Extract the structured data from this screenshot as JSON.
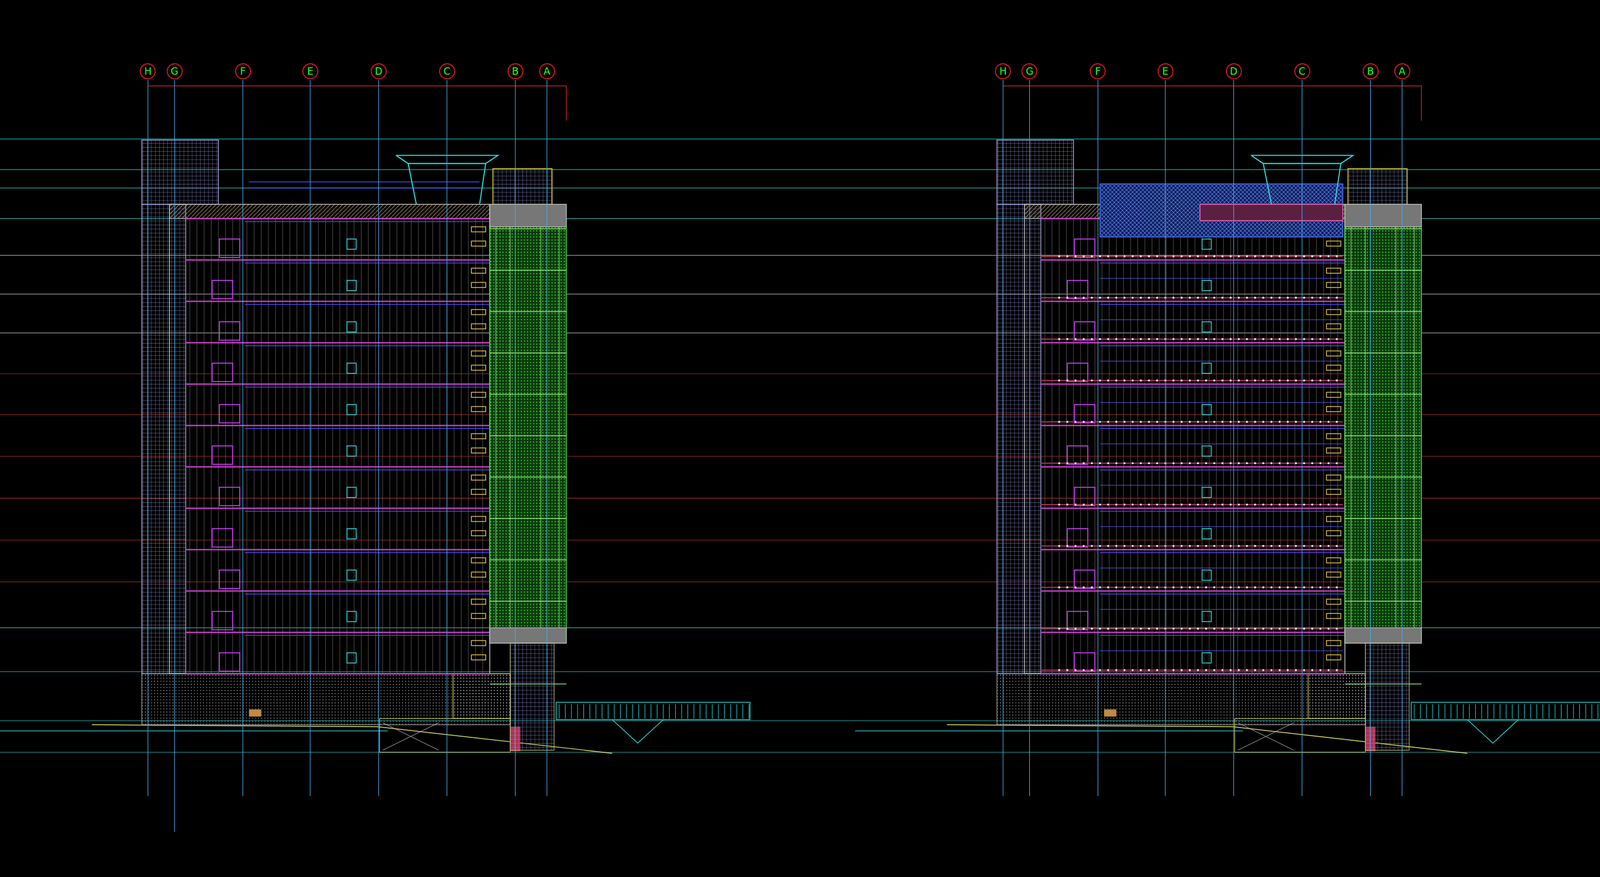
{
  "diagram": {
    "nodes": [
      {
        "text": [
          "H"
        ]
      },
      {
        "text": [
          "G"
        ]
      },
      {
        "text": [
          "F"
        ]
      },
      {
        "text": [
          "E"
        ]
      },
      {
        "text": [
          "D"
        ]
      },
      {
        "text": [
          "C"
        ]
      },
      {
        "text": [
          "B"
        ]
      },
      {
        "text": [
          "A"
        ]
      },
      {
        "text": [
          "H"
        ]
      },
      {
        "text": [
          "G"
        ]
      },
      {
        "text": [
          "F"
        ]
      },
      {
        "text": [
          "E"
        ]
      },
      {
        "text": [
          "D"
        ]
      },
      {
        "text": [
          "C"
        ]
      },
      {
        "text": [
          "B"
        ]
      },
      {
        "text": [
          "A"
        ]
      }
    ]
  }
}
